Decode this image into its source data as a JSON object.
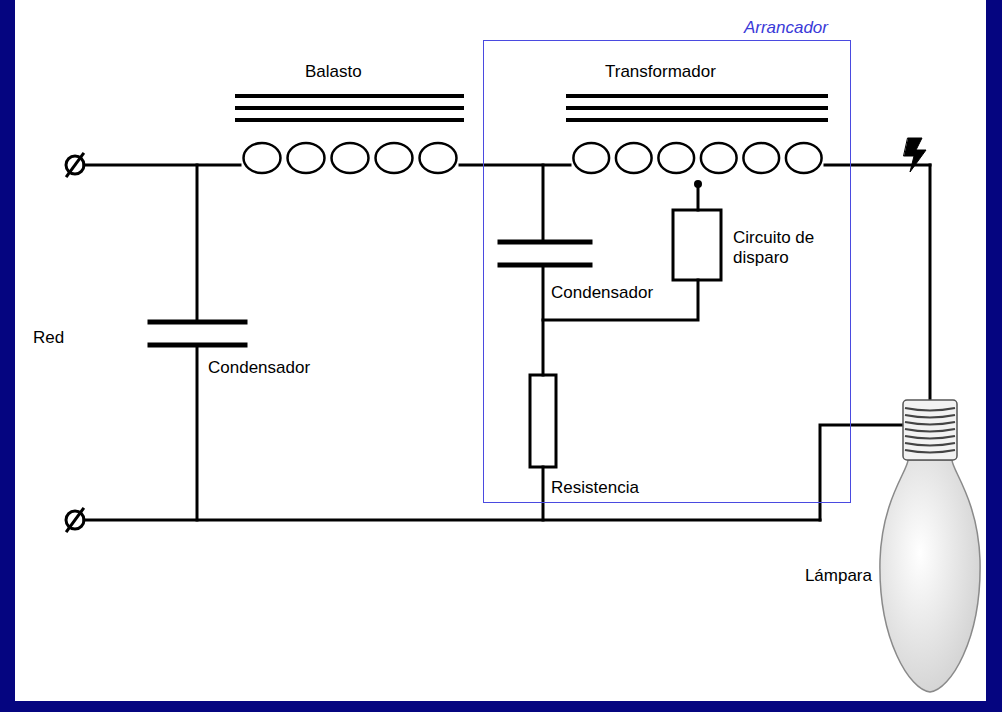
{
  "diagram": {
    "nodes": [
      {
        "text": [
          "Arrancador"
        ]
      }
    ],
    "labels": [
      "Balasto",
      "Transformador",
      "Red",
      "Condensador",
      "Condensador",
      "Circuito de disparo",
      "Resistencia",
      "Lámpara"
    ]
  }
}
